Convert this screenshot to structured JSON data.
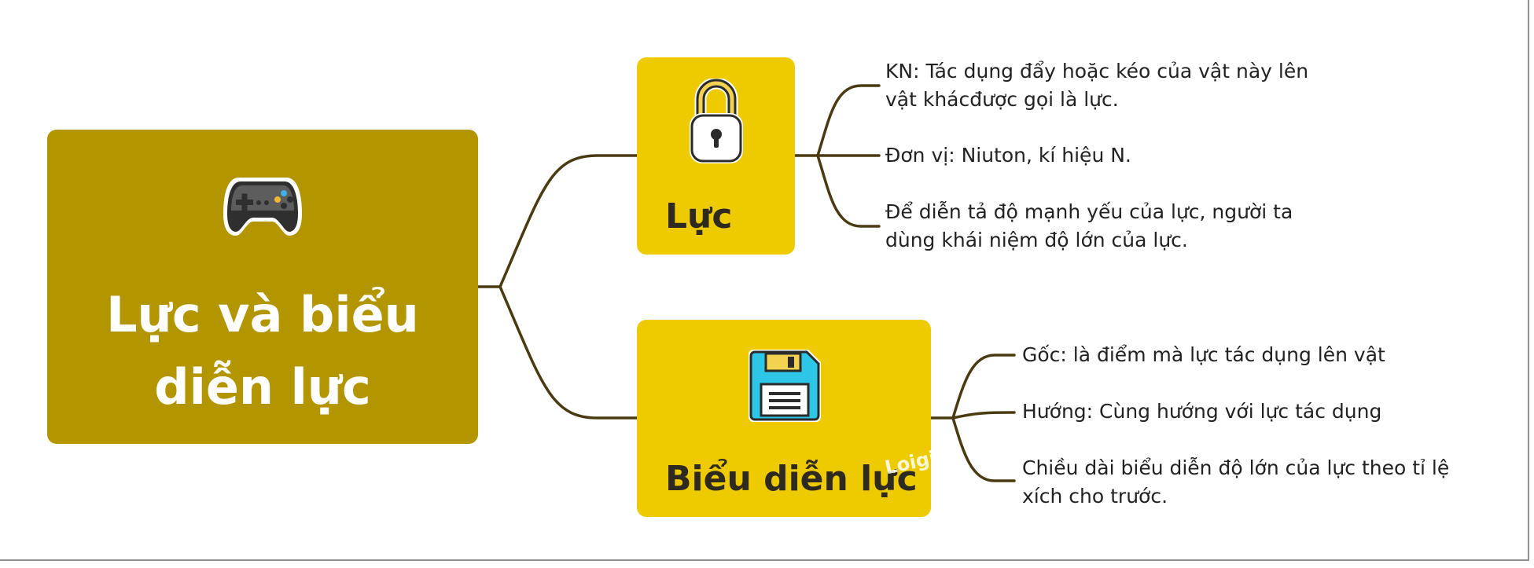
{
  "root": {
    "title": "Lực và biểu\ndiễn lực",
    "icon": "gamepad-icon",
    "color": "#b39500"
  },
  "branches": [
    {
      "label": "Lực",
      "icon": "padlock-icon",
      "leaves": [
        "KN: Tác dụng đẩy hoặc kéo của vật này lên\nvật khácđược gọi là lực.",
        "Đơn vị: Niuton, kí hiệu N.",
        "Để diễn tả độ mạnh yếu của lực, người ta\ndùng khái niệm độ lớn của lực."
      ]
    },
    {
      "label": "Biểu diễn lực",
      "icon": "floppy-disk-icon",
      "leaves": [
        "Gốc: là điểm mà lực tác dụng lên vật",
        "Hướng: Cùng hướng với lực tác dụng",
        "Chiều dài biểu diễn độ lớn của lực theo tỉ lệ\nxích cho trước."
      ]
    }
  ],
  "watermark": "Loigi",
  "colors": {
    "branch": "#eecb00",
    "connector": "#4a3a12",
    "text_dark": "#2e2a20"
  }
}
